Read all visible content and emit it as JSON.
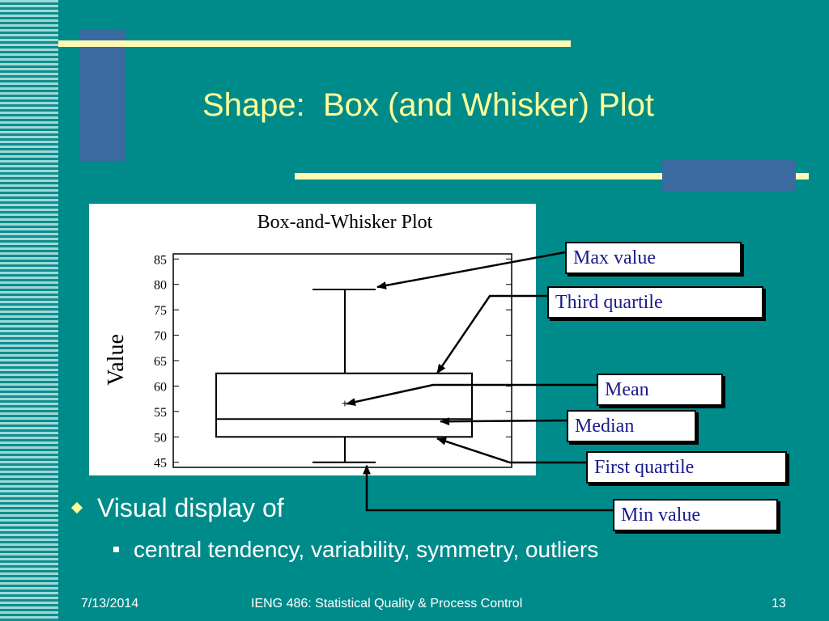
{
  "slide": {
    "title": "Shape:  Box (and Whisker) Plot",
    "bullet1": "Visual display of",
    "bullet2": "central tendency, variability, symmetry, outliers"
  },
  "footer": {
    "date": "7/13/2014",
    "course": "IENG 486: Statistical Quality & Process Control",
    "page": "13"
  },
  "callouts": {
    "max": "Max value",
    "q3": "Third quartile",
    "mean": "Mean",
    "median": "Median",
    "q1": "First quartile",
    "min": "Min value"
  },
  "chart_data": {
    "type": "box",
    "title": "Box-and-Whisker Plot",
    "ylabel": "Value",
    "ylim": [
      44,
      86
    ],
    "yticks": [
      45,
      50,
      55,
      60,
      65,
      70,
      75,
      80,
      85
    ],
    "box": {
      "min": 45,
      "q1": 50,
      "median": 53.5,
      "mean": 56.5,
      "q3": 62.5,
      "max": 79
    }
  }
}
